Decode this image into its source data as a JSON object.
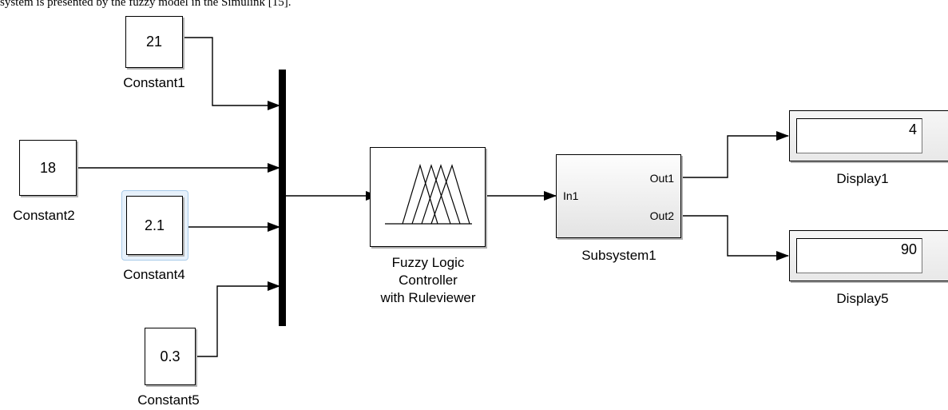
{
  "header_text": "system is presented by the fuzzy model in the Simulink [15].",
  "colors": {
    "wire": "#000000",
    "selection": "#a9cbe9",
    "block_border": "#000000"
  },
  "constants": [
    {
      "name": "Constant1",
      "value": "21"
    },
    {
      "name": "Constant2",
      "value": "18"
    },
    {
      "name": "Constant4",
      "value": "2.1"
    },
    {
      "name": "Constant5",
      "value": "0.3"
    }
  ],
  "mux": {
    "icon": "mux-bar"
  },
  "fuzzy": {
    "icon": "triangular-membership-functions-icon",
    "label_lines": [
      "Fuzzy Logic",
      "Controller",
      "with Ruleviewer"
    ]
  },
  "subsystem": {
    "name": "Subsystem1",
    "in_port": "In1",
    "out_ports": [
      "Out1",
      "Out2"
    ]
  },
  "displays": [
    {
      "name": "Display1",
      "value": "4"
    },
    {
      "name": "Display5",
      "value": "90"
    }
  ]
}
